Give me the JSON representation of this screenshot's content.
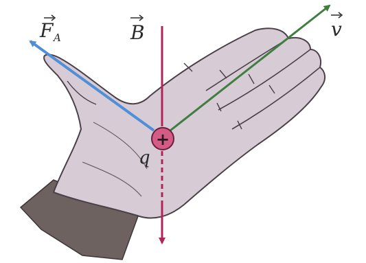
{
  "labels": {
    "force": "F",
    "force_subscript": "A",
    "field": "B",
    "velocity": "v",
    "charge": "q",
    "charge_sign": "+"
  },
  "colors": {
    "force_arrow": "#4f8fd8",
    "field_arrow": "#b0245a",
    "velocity_arrow": "#3e7e3e",
    "hand_fill": "#d7cbd6",
    "hand_outline": "#4a4048",
    "cuff": "#6e6260",
    "charge_fill": "#d45b86"
  },
  "icons": {
    "hand": "left-hand-icon",
    "charge": "positive-charge-icon"
  }
}
